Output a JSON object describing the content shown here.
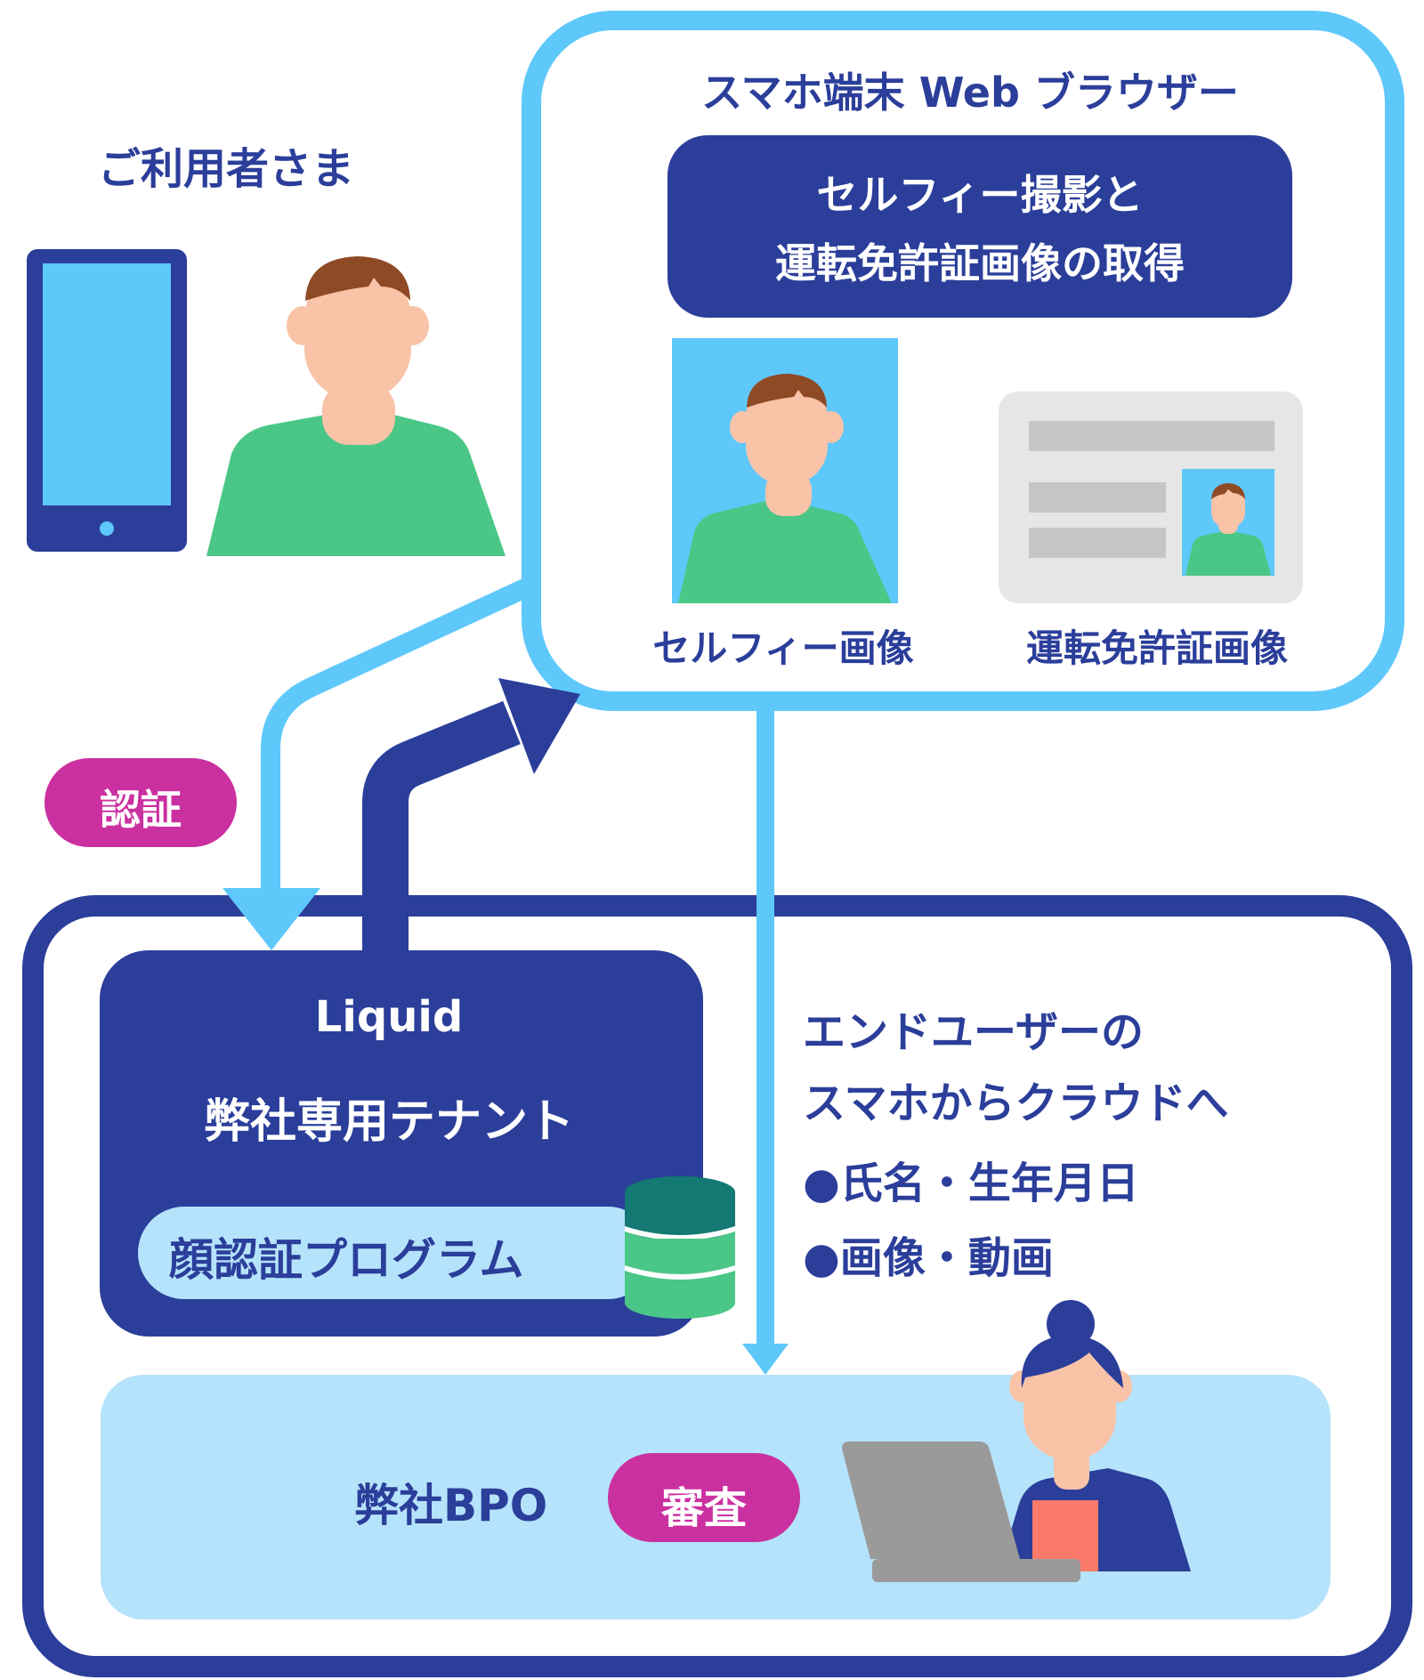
{
  "user": {
    "label": "ご利用者さま"
  },
  "browser": {
    "title": "スマホ端末 Web ブラウザー",
    "action_line1": "セルフィー撮影と",
    "action_line2": "運転免許証画像の取得",
    "selfie_caption": "セルフィー画像",
    "license_caption": "運転免許証画像"
  },
  "auth_badge": {
    "label": "認証"
  },
  "tenant": {
    "line1": "Liquid",
    "line2": "弊社専用テナント",
    "program": "顔認証プログラム"
  },
  "transfer": {
    "line1": "エンドユーザーの",
    "line2": "スマホからクラウドへ",
    "bullet1": "●氏名・生年月日",
    "bullet2": "●画像・動画"
  },
  "bpo": {
    "label": "弊社BPO",
    "badge": "審査"
  },
  "colors": {
    "navy": "#2b3e9a",
    "light_blue": "#5ec8fb",
    "pale_blue": "#b5e3fb",
    "magenta": "#cb30a0",
    "green": "#4ac786",
    "skin": "#f9c3a8",
    "hair": "#8e4a24",
    "teal": "#137972"
  }
}
